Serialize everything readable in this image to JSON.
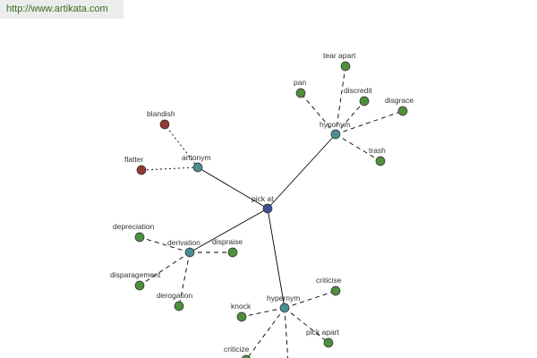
{
  "header": {
    "url": "http://www.artikata.com"
  },
  "colors": {
    "center": "#3f4f94",
    "relation": "#4a8f91",
    "leaf": "#4f8f3e",
    "antonym_leaf": "#8f3b33",
    "edge": "#000000",
    "url": "#3a6e1f",
    "url_bg": "#ececec"
  },
  "graph": {
    "nodes": [
      {
        "id": "pick-at",
        "label": "pick at",
        "kind": "center"
      },
      {
        "id": "hyponym",
        "label": "hyponym",
        "kind": "relation"
      },
      {
        "id": "antonym",
        "label": "antonym",
        "kind": "relation"
      },
      {
        "id": "derivation",
        "label": "derivation",
        "kind": "relation"
      },
      {
        "id": "hypernym",
        "label": "hypernym",
        "kind": "relation"
      },
      {
        "id": "tear-apart",
        "label": "tear apart",
        "kind": "leaf"
      },
      {
        "id": "pan",
        "label": "pan",
        "kind": "leaf"
      },
      {
        "id": "discredit",
        "label": "discredit",
        "kind": "leaf"
      },
      {
        "id": "disgrace",
        "label": "disgrace",
        "kind": "leaf"
      },
      {
        "id": "trash",
        "label": "trash",
        "kind": "leaf"
      },
      {
        "id": "blandish",
        "label": "blandish",
        "kind": "antonym_leaf"
      },
      {
        "id": "flatter",
        "label": "flatter",
        "kind": "antonym_leaf"
      },
      {
        "id": "depreciation",
        "label": "depreciation",
        "kind": "leaf"
      },
      {
        "id": "dispraise",
        "label": "dispraise",
        "kind": "leaf"
      },
      {
        "id": "disparagement",
        "label": "disparagement",
        "kind": "leaf"
      },
      {
        "id": "derogation",
        "label": "derogation",
        "kind": "leaf"
      },
      {
        "id": "criticise",
        "label": "criticise",
        "kind": "leaf"
      },
      {
        "id": "knock",
        "label": "knock",
        "kind": "leaf"
      },
      {
        "id": "pick-apart",
        "label": "pick apart",
        "kind": "leaf"
      },
      {
        "id": "criticize",
        "label": "criticize",
        "kind": "leaf"
      },
      {
        "id": "hypernym-leaf-5",
        "label": "",
        "kind": "leaf"
      }
    ],
    "edges": [
      {
        "from": "pick-at",
        "to": "hyponym",
        "style": "solid"
      },
      {
        "from": "pick-at",
        "to": "antonym",
        "style": "solid"
      },
      {
        "from": "pick-at",
        "to": "derivation",
        "style": "solid"
      },
      {
        "from": "pick-at",
        "to": "hypernym",
        "style": "solid"
      },
      {
        "from": "hyponym",
        "to": "tear-apart",
        "style": "dashed"
      },
      {
        "from": "hyponym",
        "to": "pan",
        "style": "dashed"
      },
      {
        "from": "hyponym",
        "to": "discredit",
        "style": "dashed"
      },
      {
        "from": "hyponym",
        "to": "disgrace",
        "style": "dashed"
      },
      {
        "from": "hyponym",
        "to": "trash",
        "style": "dashed"
      },
      {
        "from": "antonym",
        "to": "blandish",
        "style": "dotted"
      },
      {
        "from": "antonym",
        "to": "flatter",
        "style": "dotted"
      },
      {
        "from": "derivation",
        "to": "depreciation",
        "style": "dashed"
      },
      {
        "from": "derivation",
        "to": "dispraise",
        "style": "dashed"
      },
      {
        "from": "derivation",
        "to": "disparagement",
        "style": "dashed"
      },
      {
        "from": "derivation",
        "to": "derogation",
        "style": "dashed"
      },
      {
        "from": "hypernym",
        "to": "criticise",
        "style": "dashed"
      },
      {
        "from": "hypernym",
        "to": "knock",
        "style": "dashed"
      },
      {
        "from": "hypernym",
        "to": "pick-apart",
        "style": "dashed"
      },
      {
        "from": "hypernym",
        "to": "criticize",
        "style": "dashed"
      },
      {
        "from": "hypernym",
        "to": "hypernym-leaf-5",
        "style": "dashed"
      }
    ]
  }
}
